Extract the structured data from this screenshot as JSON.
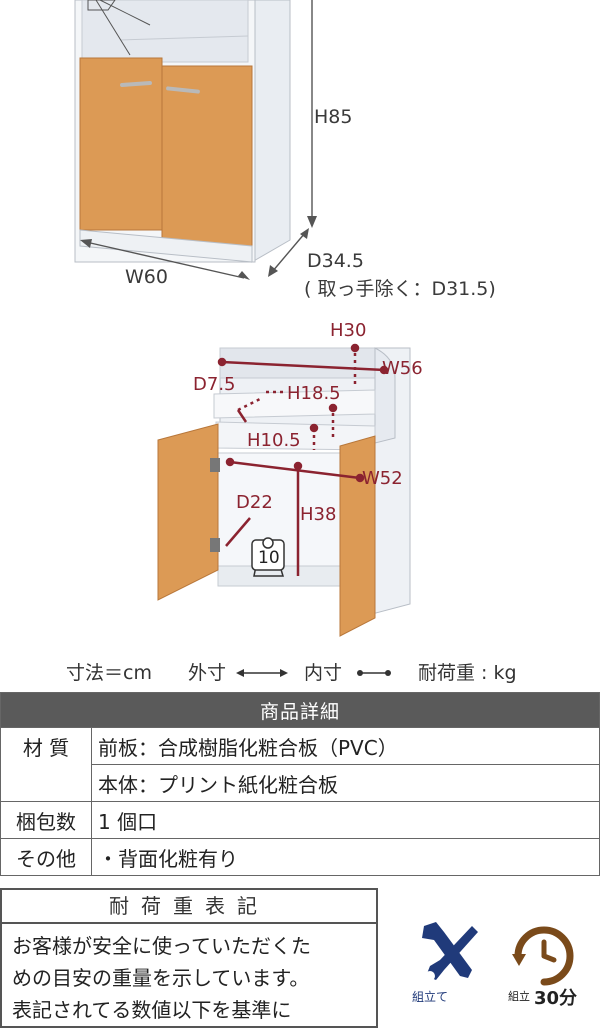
{
  "top_dims": {
    "height": "H85",
    "width": "W60",
    "depth": "D34.5",
    "depth_note": "( 取っ手除く：D31.5)"
  },
  "inner_dims": {
    "h30": "H30",
    "w56": "W56",
    "d7_5": "D7.5",
    "h18_5": "H18.5",
    "h10_5": "H10.5",
    "w52": "W52",
    "d22": "D22",
    "h38": "H38",
    "load": "10"
  },
  "legend": {
    "dim": "寸法＝cm",
    "outer": "外寸",
    "inner": "内寸",
    "load": "耐荷重 : kg"
  },
  "spec": {
    "header": "商品詳細",
    "rows": [
      {
        "label": "材 質",
        "value": "前板：合成樹脂化粧合板（PVC）"
      },
      {
        "label": "",
        "value": "本体：プリント紙化粧合板"
      },
      {
        "label": "梱包数",
        "value": "1 個口"
      },
      {
        "label": "その他",
        "value": "・背面化粧有り"
      }
    ]
  },
  "notice": {
    "title": "耐荷重表記",
    "line1": "お客様が安全に使っていただくた",
    "line2": "めの目安の重量を示しています。",
    "line3": "表記されてる数値以下を基準に"
  },
  "badges": {
    "assembly": "組立て",
    "time_label": "組立",
    "time_value": "30分"
  },
  "colors": {
    "accent": "#8b2330",
    "wood": "#d9924b",
    "icon_blue": "#203a7a",
    "icon_brown": "#7a4a1a"
  }
}
